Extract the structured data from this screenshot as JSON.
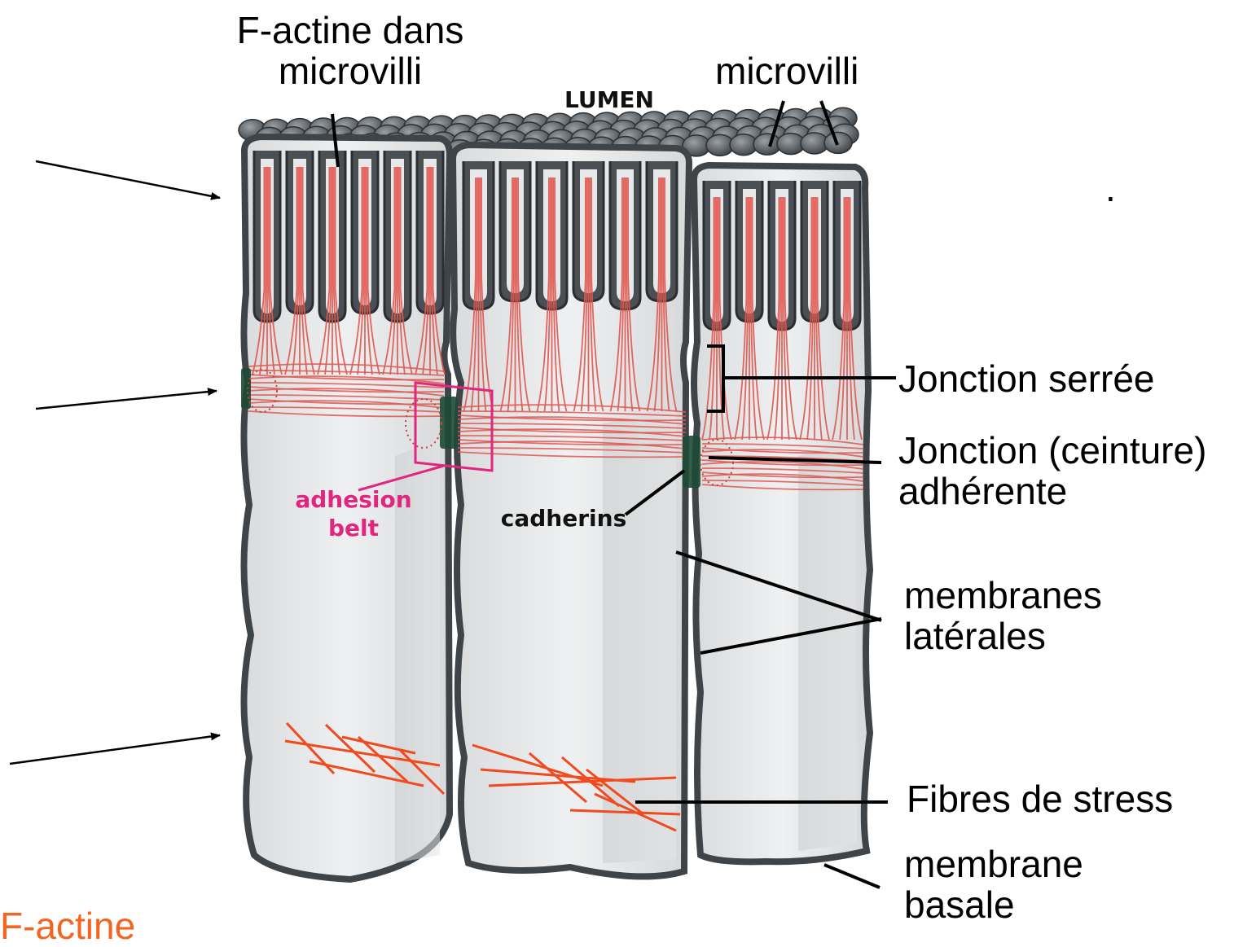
{
  "labels": {
    "factin_microvilli": [
      "F-actine dans",
      "microvilli"
    ],
    "microvilli": "microvilli",
    "lumen": "LUMEN",
    "dot": ".",
    "tight_junction": "Jonction serrée",
    "adherens_junction": [
      "Jonction (ceinture)",
      "adhérente"
    ],
    "lateral_membranes": [
      "membranes",
      "latérales"
    ],
    "stress_fibers": "Fibres de stress",
    "basal_membrane": [
      "membrane",
      "basale"
    ],
    "adhesion_belt": [
      "adhesion",
      "belt"
    ],
    "cadherins": "cadherins",
    "factin_bottom": "F-actine"
  },
  "colors": {
    "actin": "#e0574f",
    "stress_fiber": "#f04a1e",
    "adhesion_belt": "#e0267f",
    "junction": "#1d4a36",
    "membrane": "#3f4448",
    "microvilli_body": "#4a4f53",
    "cell_fill": "#e8e9ea",
    "bottom_label": "#f26522"
  }
}
